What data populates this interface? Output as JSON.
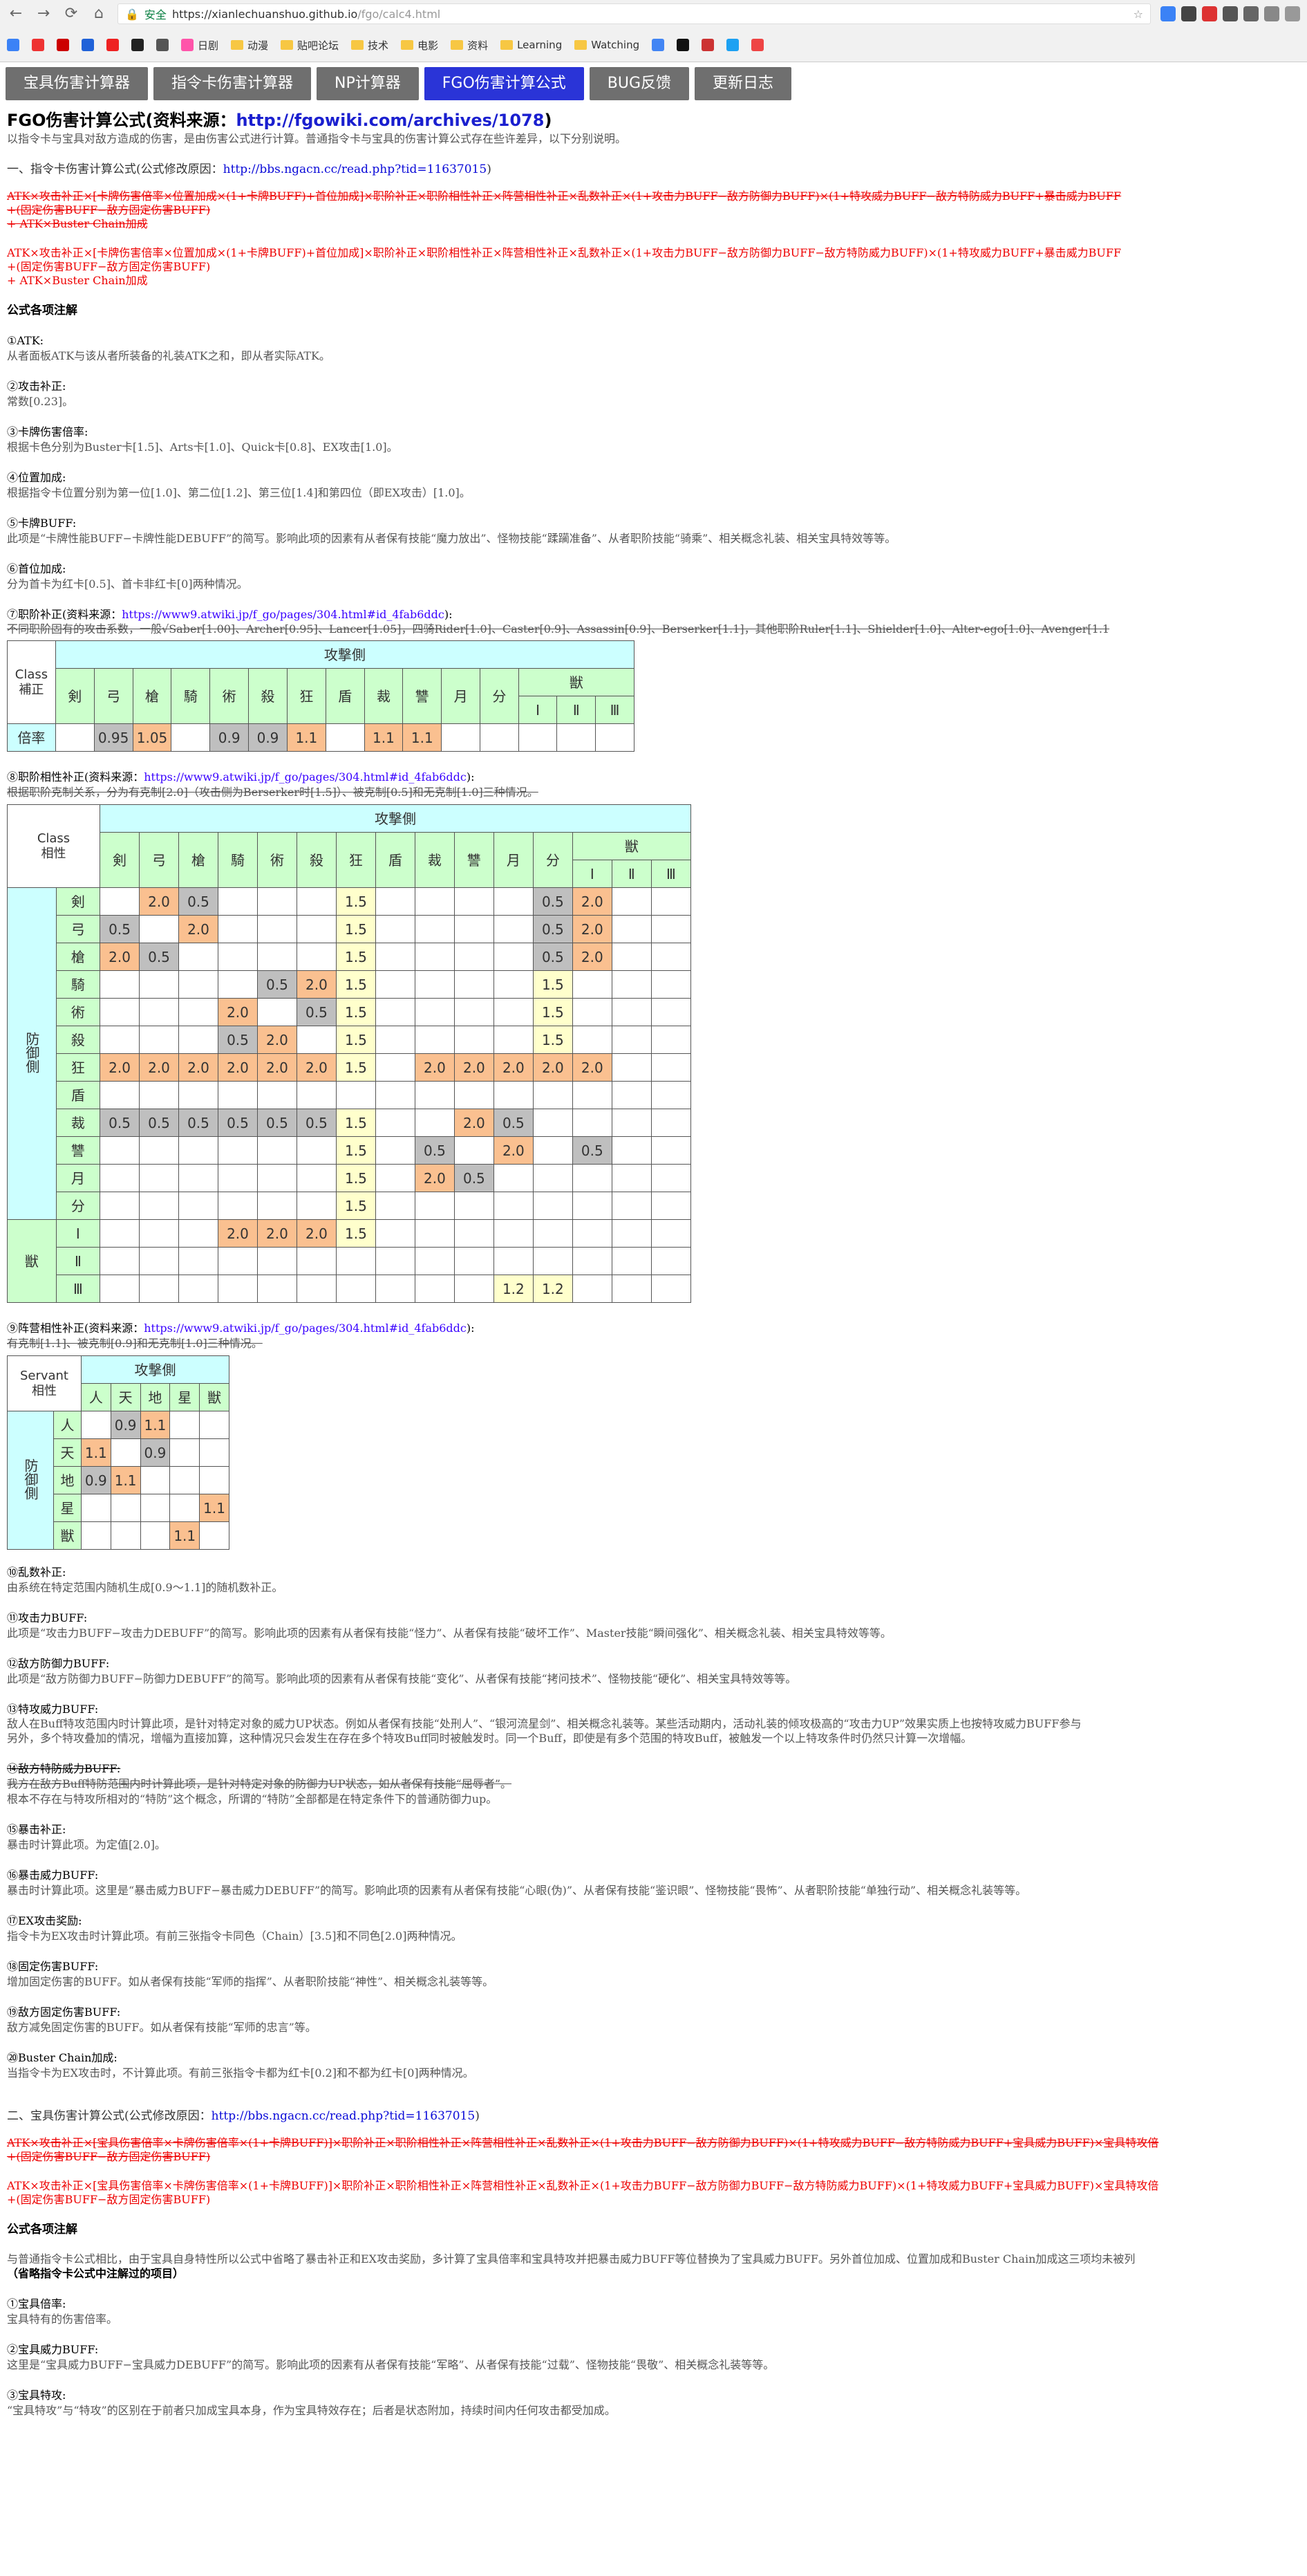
{
  "browser": {
    "url_host": "https://xianlechuanshuo.github.io",
    "url_path": "/fgo/calc4.html",
    "secure_label": "安全",
    "bookmarks": [
      "日剧",
      "动漫",
      "贴吧论坛",
      "技术",
      "电影",
      "资料",
      "Learning",
      "Watching"
    ]
  },
  "tabs": [
    "宝具伤害计算器",
    "指令卡伤害计算器",
    "NP计算器",
    "FGO伤害计算公式",
    "BUG反馈",
    "更新日志"
  ],
  "title": {
    "text": "FGO伤害计算公式(资料来源：",
    "link": "http://fgowiki.com/archives/1078",
    "close": ")"
  },
  "intro": "以指令卡与宝具对敌方造成的伤害，是由伤害公式进行计算。普通指令卡与宝具的伤害计算公式存在些许差异，以下分别说明。",
  "sec1": {
    "label": "一、指令卡伤害计算公式(公式修改原因：",
    "link": "http://bbs.ngacn.cc/read.php?tid=11637015",
    "close": ")"
  },
  "f1_old_a": "ATK×攻击补正×[卡牌伤害倍率×位置加成×(1+卡牌BUFF)+首位加成]×职阶补正×职阶相性补正×阵营相性补正×乱数补正×(1+攻击力BUFF−敌方防御力BUFF)×(1+特攻威力BUFF−敌方特防威力BUFF+暴击威力BUFF",
  "f1_old_b": "+(固定伤害BUFF−敌方固定伤害BUFF)",
  "f1_old_c": "+ ATK×Buster  Chain加成",
  "f1_new_a": "ATK×攻击补正×[卡牌伤害倍率×位置加成×(1+卡牌BUFF)+首位加成]×职阶补正×职阶相性补正×阵营相性补正×乱数补正×(1+攻击力BUFF−敌方防御力BUFF−敌方特防威力BUFF)×(1+特攻威力BUFF+暴击威力BUFF",
  "f1_new_b": "+(固定伤害BUFF−敌方固定伤害BUFF)",
  "f1_new_c": "+ ATK×Buster  Chain加成",
  "notes_head": "公式各项注解",
  "n1": {
    "h": "①ATK:",
    "d": "从者面板ATK与该从者所装备的礼装ATK之和，即从者实际ATK。"
  },
  "n2": {
    "h": "②攻击补正:",
    "d": "常数[0.23]。"
  },
  "n3": {
    "h": "③卡牌伤害倍率:",
    "d": "根据卡色分别为Buster卡[1.5]、Arts卡[1.0]、Quick卡[0.8]、EX攻击[1.0]。"
  },
  "n4": {
    "h": "④位置加成:",
    "d": "根据指令卡位置分别为第一位[1.0]、第二位[1.2]、第三位[1.4]和第四位（即EX攻击）[1.0]。"
  },
  "n5": {
    "h": "⑤卡牌BUFF:",
    "d": "此项是“卡牌性能BUFF−卡牌性能DEBUFF”的简写。影响此项的因素有从者保有技能“魔力放出”、怪物技能“蹂躏准备”、从者职阶技能“骑乘”、相关概念礼装、相关宝具特效等等。"
  },
  "n6": {
    "h": "⑥首位加成:",
    "d": "分为首卡为红卡[0.5]、首卡非红卡[0]两种情况。"
  },
  "n7": {
    "h": "⑦职阶补正(资料来源：",
    "link": "https://www9.atwiki.jp/f_go/pages/304.html#id_4fab6ddc",
    "close": "):",
    "d": "不同职阶固有的攻击系数，一般√Saber[1.00]、Archer[0.95]、Lancer[1.05]，四骑Rider[1.0]、Caster[0.9]、Assassin[0.9]、Berserker[1.1]，其他职阶Ruler[1.1]、Shielder[1.0]、Alter-ego[1.0]、Avenger[1.1"
  },
  "class_table": {
    "corner": [
      "Class",
      "補正"
    ],
    "attack_header": "攻撃側",
    "classes": [
      "剣",
      "弓",
      "槍",
      "騎",
      "術",
      "殺",
      "狂",
      "盾",
      "裁",
      "讐",
      "月",
      "分"
    ],
    "beast": "獣",
    "beast_sub": [
      "Ⅰ",
      "Ⅱ",
      "Ⅲ"
    ],
    "row_label": "倍率",
    "values": [
      "",
      "0.95",
      "1.05",
      "",
      "0.9",
      "0.9",
      "1.1",
      "",
      "1.1",
      "1.1",
      "",
      "",
      "",
      "",
      ""
    ]
  },
  "n8": {
    "h": "⑧职阶相性补正(资料来源：",
    "link": "https://www9.atwiki.jp/f_go/pages/304.html#id_4fab6ddc",
    "close": "):",
    "d": "根据职阶克制关系，分为有克制[2.0]（攻击侧为Berserker时[1.5]）、被克制[0.5]和无克制[1.0]三种情况。"
  },
  "affinity_table": {
    "corner": [
      "Class",
      "相性"
    ],
    "attack_header": "攻撃側",
    "defense_label": "防御側",
    "cols": [
      "剣",
      "弓",
      "槍",
      "騎",
      "術",
      "殺",
      "狂",
      "盾",
      "裁",
      "讐",
      "月",
      "分",
      "Ⅰ",
      "Ⅱ",
      "Ⅲ"
    ],
    "beast": "獣",
    "rows": [
      {
        "label": "剣",
        "cells": [
          "",
          "2.0",
          "0.5",
          "",
          "",
          "",
          "1.5",
          "",
          "",
          "",
          "",
          "0.5",
          "2.0",
          "",
          ""
        ]
      },
      {
        "label": "弓",
        "cells": [
          "0.5",
          "",
          "2.0",
          "",
          "",
          "",
          "1.5",
          "",
          "",
          "",
          "",
          "0.5",
          "2.0",
          "",
          ""
        ]
      },
      {
        "label": "槍",
        "cells": [
          "2.0",
          "0.5",
          "",
          "",
          "",
          "",
          "1.5",
          "",
          "",
          "",
          "",
          "0.5",
          "2.0",
          "",
          ""
        ]
      },
      {
        "label": "騎",
        "cells": [
          "",
          "",
          "",
          "",
          "0.5",
          "2.0",
          "1.5",
          "",
          "",
          "",
          "",
          "1.5",
          "",
          "",
          ""
        ]
      },
      {
        "label": "術",
        "cells": [
          "",
          "",
          "",
          "2.0",
          "",
          "0.5",
          "1.5",
          "",
          "",
          "",
          "",
          "1.5",
          "",
          "",
          ""
        ]
      },
      {
        "label": "殺",
        "cells": [
          "",
          "",
          "",
          "0.5",
          "2.0",
          "",
          "1.5",
          "",
          "",
          "",
          "",
          "1.5",
          "",
          "",
          ""
        ]
      },
      {
        "label": "狂",
        "cells": [
          "2.0",
          "2.0",
          "2.0",
          "2.0",
          "2.0",
          "2.0",
          "1.5",
          "",
          "2.0",
          "2.0",
          "2.0",
          "2.0",
          "2.0",
          "",
          ""
        ]
      },
      {
        "label": "盾",
        "cells": [
          "",
          "",
          "",
          "",
          "",
          "",
          "",
          "",
          "",
          "",
          "",
          "",
          "",
          "",
          ""
        ]
      },
      {
        "label": "裁",
        "cells": [
          "0.5",
          "0.5",
          "0.5",
          "0.5",
          "0.5",
          "0.5",
          "1.5",
          "",
          "",
          "2.0",
          "0.5",
          "",
          "",
          "",
          ""
        ]
      },
      {
        "label": "讐",
        "cells": [
          "",
          "",
          "",
          "",
          "",
          "",
          "1.5",
          "",
          "0.5",
          "",
          "2.0",
          "",
          "0.5",
          "",
          ""
        ]
      },
      {
        "label": "月",
        "cells": [
          "",
          "",
          "",
          "",
          "",
          "",
          "1.5",
          "",
          "2.0",
          "0.5",
          "",
          "",
          "",
          "",
          ""
        ]
      },
      {
        "label": "分",
        "cells": [
          "",
          "",
          "",
          "",
          "",
          "",
          "1.5",
          "",
          "",
          "",
          "",
          "",
          "",
          "",
          ""
        ]
      },
      {
        "label": "Ⅰ",
        "cells": [
          "",
          "",
          "",
          "2.0",
          "2.0",
          "2.0",
          "1.5",
          "",
          "",
          "",
          "",
          "",
          "",
          "",
          ""
        ]
      },
      {
        "label": "Ⅱ",
        "cells": [
          "",
          "",
          "",
          "",
          "",
          "",
          "",
          "",
          "",
          "",
          "",
          "",
          "",
          "",
          ""
        ]
      },
      {
        "label": "Ⅲ",
        "cells": [
          "",
          "",
          "",
          "",
          "",
          "",
          "",
          "",
          "",
          "",
          "1.2",
          "1.2",
          "",
          "",
          ""
        ]
      }
    ]
  },
  "n9": {
    "h": "⑨阵营相性补正(资料来源：",
    "link": "https://www9.atwiki.jp/f_go/pages/304.html#id_4fab6ddc",
    "close": "):",
    "d": "有克制[1.1]、被克制[0.9]和无克制[1.0]三种情况。"
  },
  "servant_table": {
    "corner": [
      "Servant",
      "相性"
    ],
    "attack_header": "攻撃側",
    "defense_label": "防御側",
    "cols": [
      "人",
      "天",
      "地",
      "星",
      "獣"
    ],
    "rows": [
      {
        "label": "人",
        "cells": [
          "",
          "0.9",
          "1.1",
          "",
          ""
        ]
      },
      {
        "label": "天",
        "cells": [
          "1.1",
          "",
          "0.9",
          "",
          ""
        ]
      },
      {
        "label": "地",
        "cells": [
          "0.9",
          "1.1",
          "",
          "",
          ""
        ]
      },
      {
        "label": "星",
        "cells": [
          "",
          "",
          "",
          "",
          "1.1"
        ]
      },
      {
        "label": "獣",
        "cells": [
          "",
          "",
          "",
          "1.1",
          ""
        ]
      }
    ]
  },
  "n10": {
    "h": "⑩乱数补正:",
    "d": "由系统在特定范围内随机生成[0.9～1.1]的随机数补正。"
  },
  "n11": {
    "h": "⑪攻击力BUFF:",
    "d": "此项是“攻击力BUFF−攻击力DEBUFF”的简写。影响此项的因素有从者保有技能“怪力”、从者保有技能“破坏工作”、Master技能“瞬间强化”、相关概念礼装、相关宝具特效等等。"
  },
  "n12": {
    "h": "⑫敌方防御力BUFF:",
    "d": "此项是“敌方防御力BUFF−防御力DEBUFF”的简写。影响此项的因素有从者保有技能“变化”、从者保有技能“拷问技术”、怪物技能“硬化”、相关宝具特效等等。"
  },
  "n13": {
    "h": "⑬特攻威力BUFF:",
    "d1": "敌人在Buff特攻范围内时计算此项，是针对特定对象的威力UP状态。例如从者保有技能“处刑人”、“银河流星剑”、相关概念礼装等。某些活动期内，活动礼装的倾攻极高的“攻击力UP”效果实质上也按特攻威力BUFF参与",
    "d2": "另外，多个特攻叠加的情况，增幅为直接加算，这种情况只会发生在存在多个特攻Buff同时被触发时。同一个Buff，即使是有多个范围的特攻Buff，被触发一个以上特攻条件时仍然只计算一次增幅。"
  },
  "n14": {
    "h": "⑭敌方特防威力BUFF:",
    "d1": "我方在敌方Buff特防范围内时计算此项，是针对特定对象的防御力UP状态，如从者保有技能“屈辱者”。",
    "d2": "根本不存在与特攻所相对的“特防”这个概念，所谓的“特防”全部都是在特定条件下的普通防御力up。"
  },
  "n15": {
    "h": "⑮暴击补正:",
    "d": "暴击时计算此项。为定值[2.0]。"
  },
  "n16": {
    "h": "⑯暴击威力BUFF:",
    "d": "暴击时计算此项。这里是“暴击威力BUFF−暴击威力DEBUFF”的简写。影响此项的因素有从者保有技能“心眼(伪)”、从者保有技能“鉴识眼”、怪物技能“畏怖”、从者职阶技能“单独行动”、相关概念礼装等等。"
  },
  "n17": {
    "h": "⑰EX攻击奖励:",
    "d": "指令卡为EX攻击时计算此项。有前三张指令卡同色（Chain）[3.5]和不同色[2.0]两种情况。"
  },
  "n18": {
    "h": "⑱固定伤害BUFF:",
    "d": "增加固定伤害的BUFF。如从者保有技能“军师的指挥”、从者职阶技能“神性”、相关概念礼装等等。"
  },
  "n19": {
    "h": "⑲敌方固定伤害BUFF:",
    "d": "敌方减免固定伤害的BUFF。如从者保有技能“军师的忠言”等。"
  },
  "n20": {
    "h": "⑳Buster  Chain加成:",
    "d": "当指令卡为EX攻击时，不计算此项。有前三张指令卡都为红卡[0.2]和不都为红卡[0]两种情况。"
  },
  "sec2": {
    "label": "二、宝具伤害计算公式(公式修改原因：",
    "link": "http://bbs.ngacn.cc/read.php?tid=11637015",
    "close": ")"
  },
  "f2_old_a": "ATK×攻击补正×[宝具伤害倍率×卡牌伤害倍率×(1+卡牌BUFF)]×职阶补正×职阶相性补正×阵营相性补正×乱数补正×(1+攻击力BUFF−敌方防御力BUFF)×(1+特攻威力BUFF−敌方特防威力BUFF+宝具威力BUFF)×宝具特攻倍",
  "f2_old_b": "+(固定伤害BUFF−敌方固定伤害BUFF)",
  "f2_new_a": "ATK×攻击补正×[宝具伤害倍率×卡牌伤害倍率×(1+卡牌BUFF)]×职阶补正×职阶相性补正×阵营相性补正×乱数补正×(1+攻击力BUFF−敌方防御力BUFF−敌方特防威力BUFF)×(1+特攻威力BUFF+宝具威力BUFF)×宝具特攻倍",
  "f2_new_b": "+(固定伤害BUFF−敌方固定伤害BUFF)",
  "notes2_head": "公式各项注解",
  "notes2_intro": "与普通指令卡公式相比，由于宝具自身特性所以公式中省略了暴击补正和EX攻击奖励，多计算了宝具倍率和宝具特攻并把暴击威力BUFF等位替换为了宝具威力BUFF。另外首位加成、位置加成和Buster  Chain加成这三项均未被列",
  "notes2_bold": "（省略指令卡公式中注解过的项目）",
  "m1": {
    "h": "①宝具倍率:",
    "d": "宝具特有的伤害倍率。"
  },
  "m2": {
    "h": "②宝具威力BUFF:",
    "d": "这里是“宝具威力BUFF−宝具威力DEBUFF”的简写。影响此项的因素有从者保有技能“军略”、从者保有技能“过载”、怪物技能“畏敬”、相关概念礼装等等。"
  },
  "m3": {
    "h": "③宝具特攻:",
    "d": "“宝具特攻”与“特攻”的区别在于前者只加成宝具本身，作为宝具特效存在；后者是状态附加，持续时间内任何攻击都受加成。"
  }
}
